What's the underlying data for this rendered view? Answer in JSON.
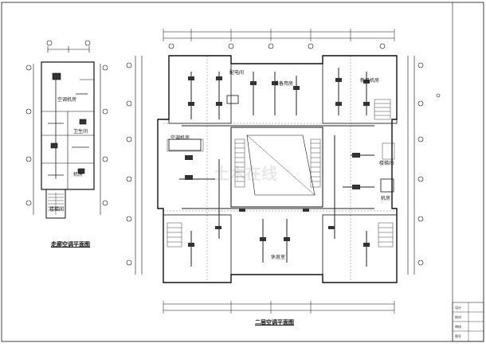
{
  "colors": {
    "line": "#111111",
    "duct": "#222222",
    "paper": "#ffffff",
    "watermark": "#8a8a8a"
  },
  "drawing": {
    "left_plan": {
      "caption": "走廊空调平面图",
      "room_labels": [
        "空调机房",
        "卫生间",
        "楼梯间",
        "机房"
      ]
    },
    "main_plan": {
      "caption": "二层空调平面图",
      "room_labels": [
        "新风机房",
        "配电间",
        "设备用房",
        "空调机房",
        "楼梯间",
        "机房",
        "休息室"
      ]
    },
    "watermark": "土木在线",
    "title_block": {
      "rows": [
        "设计",
        "校对",
        "审核",
        "图号"
      ]
    }
  }
}
